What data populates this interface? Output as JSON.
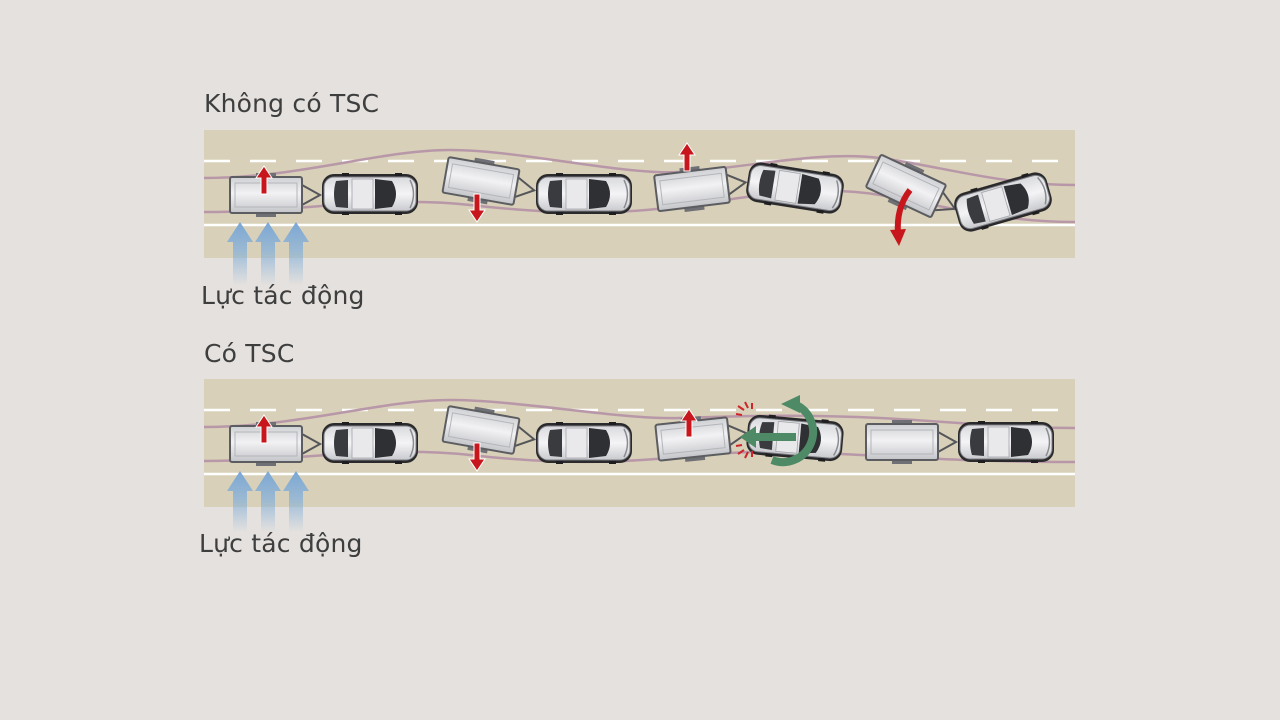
{
  "panels": [
    {
      "title": "Không có TSC",
      "force_label": "Lực tác động"
    },
    {
      "title": "Có TSC",
      "force_label": "Lực tác động"
    }
  ],
  "colors": {
    "background": "#e4e1de",
    "road": "#d8d0b8",
    "lane_marking": "#ffffff",
    "sway_path": "#b898a8",
    "sway_arrow": "#c8161d",
    "tsc_arrow": "#4f8a66",
    "force_arrow": "#8ab2d8"
  },
  "icons": [
    "car-icon",
    "trailer-icon",
    "force-arrow-icon",
    "sway-arrow-icon",
    "tsc-correction-arrow-icon",
    "brake-spark-icon"
  ]
}
